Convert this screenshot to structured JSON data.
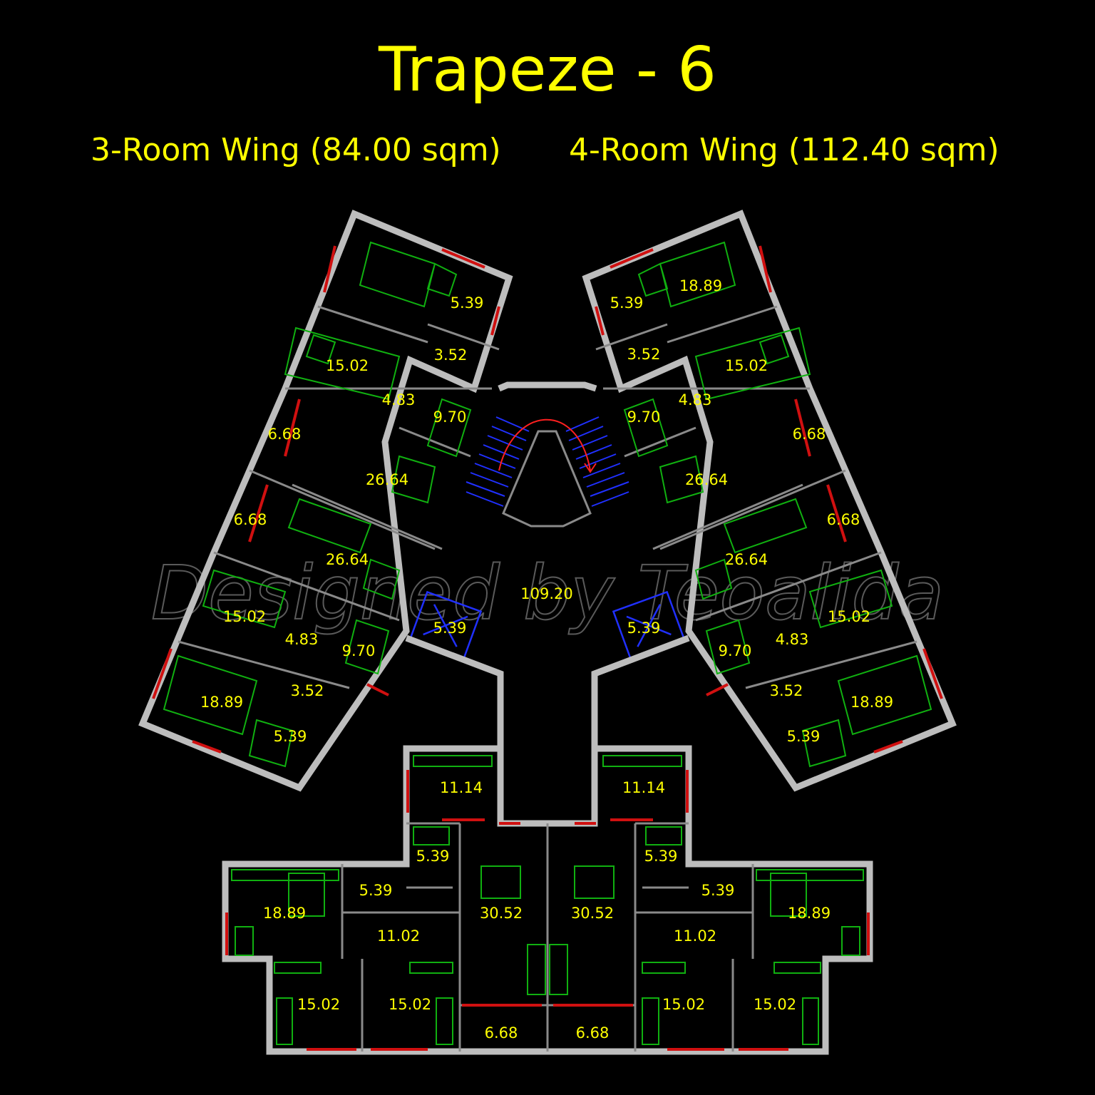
{
  "title": "Trapeze - 6",
  "wing_3room": "3-Room Wing (84.00 sqm)",
  "wing_4room": "4-Room Wing (112.40 sqm)",
  "watermark": "Designed by Teoalida",
  "colors": {
    "text": "#ffff00",
    "walls": "#bdbdbd",
    "windows": "#d01010",
    "furniture": "#10b010",
    "stairs": "#2030ff"
  },
  "areas": {
    "nw_bath1": "5.39",
    "nw_wc": "3.52",
    "nw_bed": "15.02",
    "nw_hall": "4.83",
    "nw_kitchen": "9.70",
    "nw_balc1": "6.68",
    "nw_balc2": "6.68",
    "nw_living1": "26.64",
    "nw_living2": "26.64",
    "nw_bed2": "15.02",
    "nw_hall2": "4.83",
    "nw_kitchen2": "9.70",
    "nw_wc2": "3.52",
    "nw_master": "18.89",
    "nw_bath2": "5.39",
    "ne_bath1": "5.39",
    "ne_master": "18.89",
    "ne_wc": "3.52",
    "ne_bed": "15.02",
    "ne_kitchen": "9.70",
    "ne_hall": "4.83",
    "ne_balc1": "6.68",
    "ne_balc2": "6.68",
    "ne_living1": "26.64",
    "ne_living2": "26.64",
    "ne_bed2": "15.02",
    "ne_kitchen2": "9.70",
    "ne_hall2": "4.83",
    "ne_wc2": "3.52",
    "ne_master2": "18.89",
    "ne_bath2": "5.39",
    "lobby": "109.20",
    "lift_l": "5.39",
    "lift_r": "5.39",
    "s_kitchen_l": "11.14",
    "s_kitchen_r": "11.14",
    "s_bath_l1": "5.39",
    "s_bath_l2": "5.39",
    "s_bath_r1": "5.39",
    "s_bath_r2": "5.39",
    "s_master_l": "18.89",
    "s_master_r": "18.89",
    "s_hall_l": "11.02",
    "s_hall_r": "11.02",
    "s_living_l": "30.52",
    "s_living_r": "30.52",
    "s_bed_l1": "15.02",
    "s_bed_l2": "15.02",
    "s_bed_r1": "15.02",
    "s_bed_r2": "15.02",
    "s_balc_l": "6.68",
    "s_balc_r": "6.68"
  }
}
